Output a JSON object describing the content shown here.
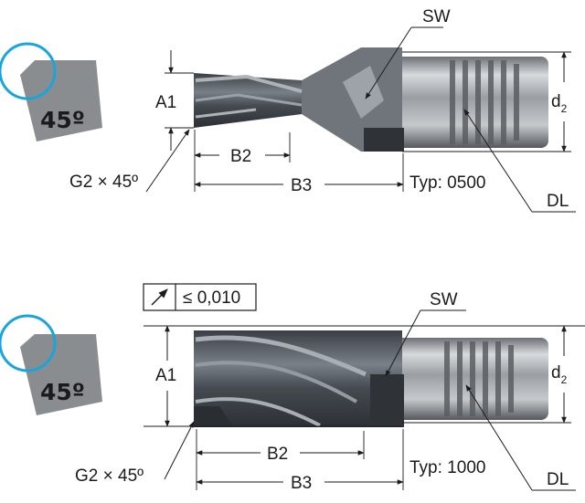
{
  "figure_top": {
    "corner_angle": "45º",
    "labels": {
      "sw": "SW",
      "a1": "A1",
      "b2": "B2",
      "b3": "B3",
      "chamfer": "G2 × 45º",
      "type": "Typ: 0500",
      "dl": "DL",
      "d2_main": "d",
      "d2_sub": "2"
    }
  },
  "figure_bottom": {
    "corner_angle": "45º",
    "tolerance_value": "≤ 0,010",
    "labels": {
      "sw": "SW",
      "a1": "A1",
      "b2": "B2",
      "b3": "B3",
      "chamfer": "G2 × 45º",
      "type": "Typ: 1000",
      "dl": "DL",
      "d2_main": "d",
      "d2_sub": "2"
    }
  },
  "colors": {
    "accent_circle": "#1aa4dd",
    "chip": "#8a8d90",
    "tool_dark": "#4a4f56",
    "tool_light": "#b9bdc1"
  }
}
